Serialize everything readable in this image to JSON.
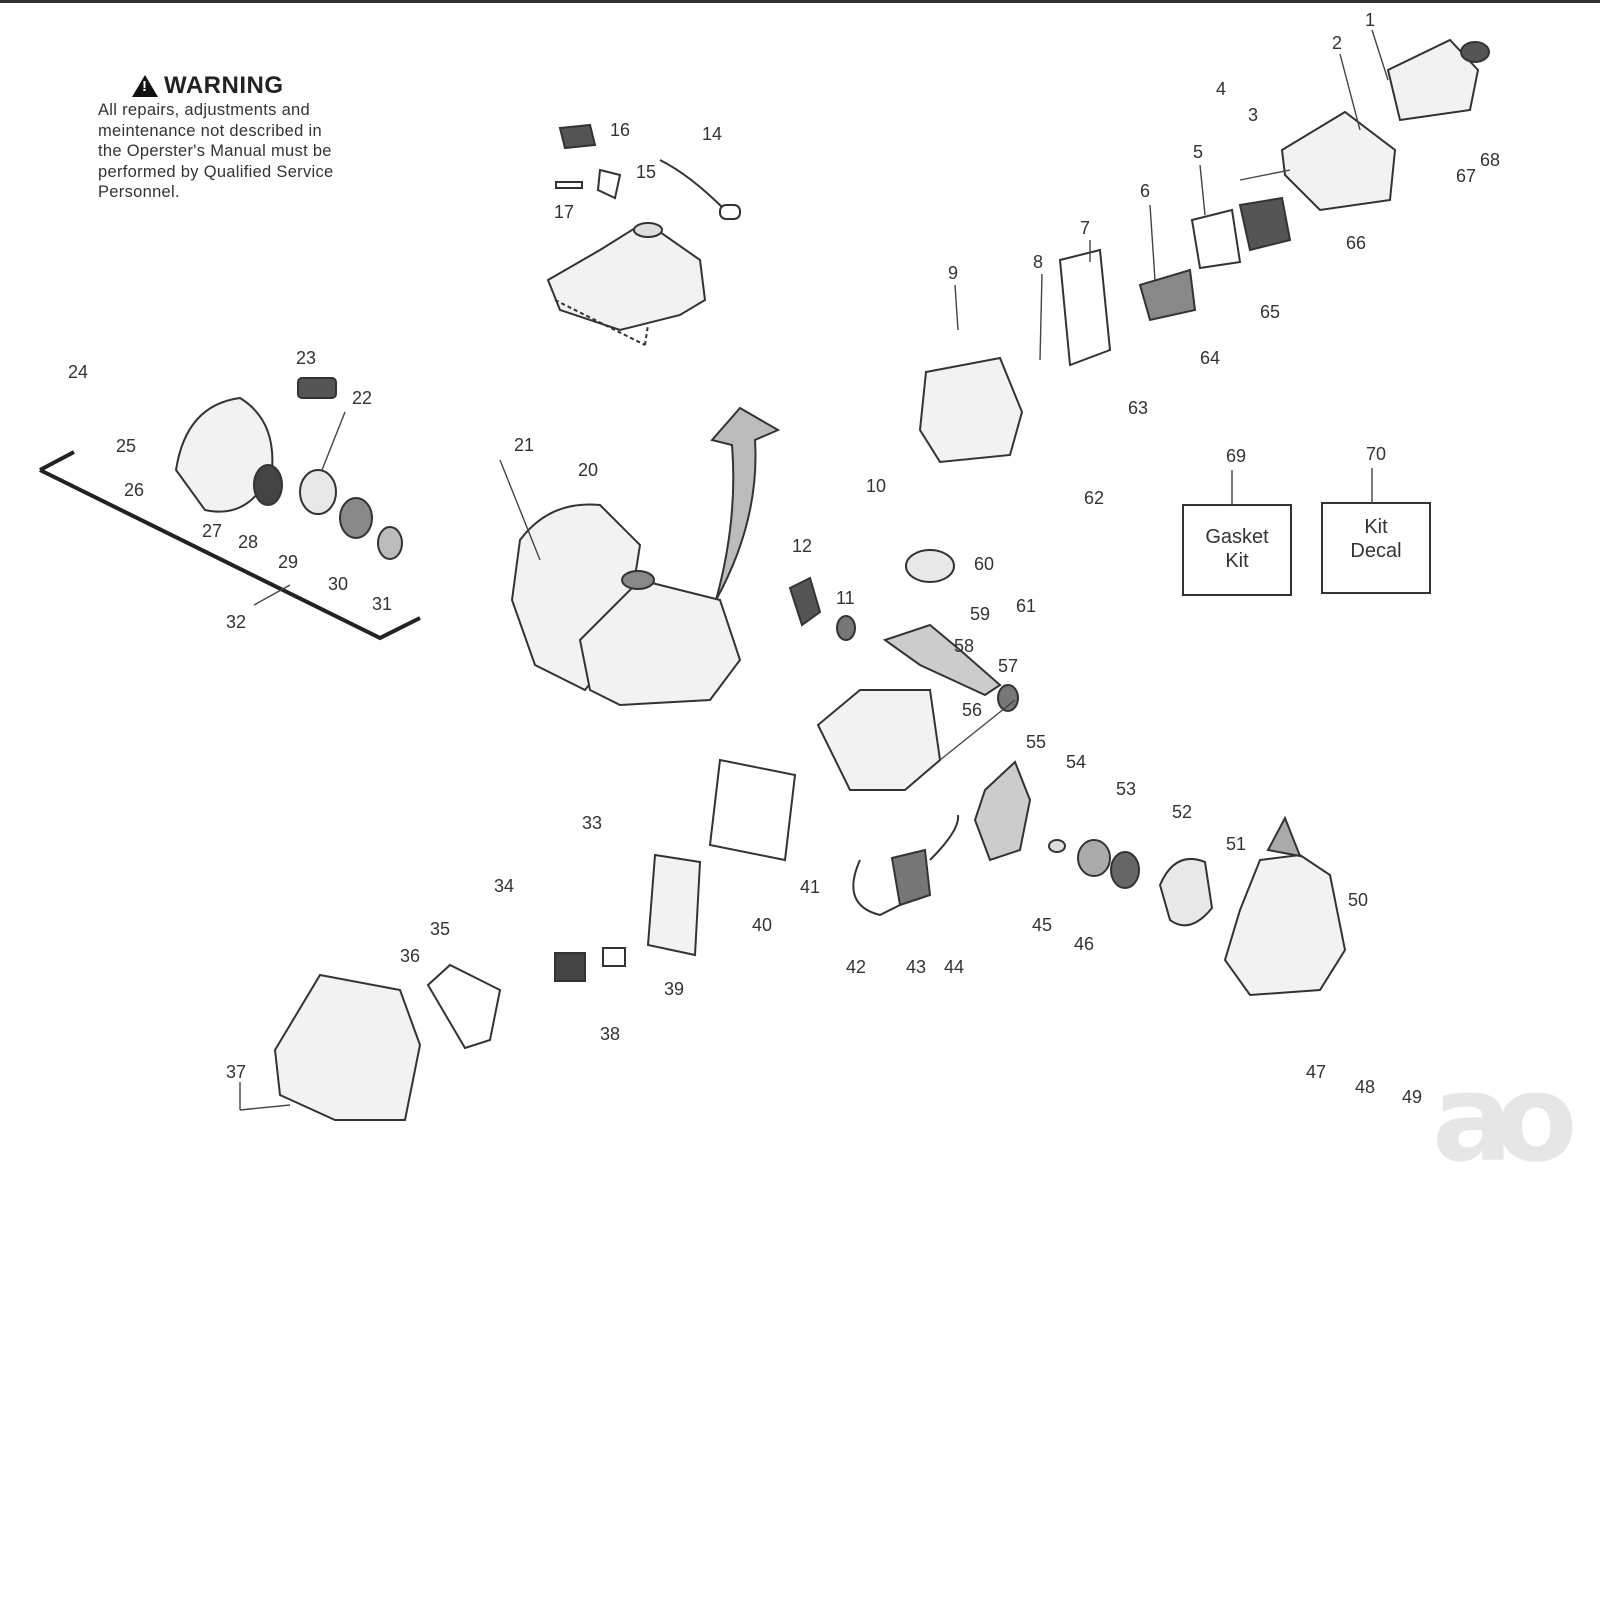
{
  "warning": {
    "title": "WARNING",
    "lines": [
      "All repairs, adjustments and",
      "meintenance not described in",
      "the Operster's Manual must be",
      "performed by Qualified Service",
      "Personnel."
    ]
  },
  "callouts": [
    "1",
    "2",
    "3",
    "4",
    "5",
    "6",
    "7",
    "8",
    "9",
    "10",
    "11",
    "12",
    "14",
    "15",
    "16",
    "17",
    "20",
    "21",
    "22",
    "23",
    "24",
    "25",
    "26",
    "27",
    "28",
    "29",
    "30",
    "31",
    "32",
    "33",
    "34",
    "35",
    "36",
    "37",
    "38",
    "39",
    "40",
    "41",
    "42",
    "43",
    "44",
    "45",
    "46",
    "47",
    "48",
    "49",
    "50",
    "51",
    "52",
    "53",
    "54",
    "55",
    "56",
    "57",
    "58",
    "59",
    "60",
    "61",
    "62",
    "63",
    "64",
    "65",
    "66",
    "67",
    "68",
    "69",
    "70"
  ],
  "kits": [
    {
      "number": "69",
      "label_line1": "Gasket",
      "label_line2": "Kit"
    },
    {
      "number": "70",
      "label_line1": "Kit",
      "label_line2": "Decal"
    }
  ],
  "watermark": "ao",
  "icons": [
    "warning-triangle-icon",
    "arrow-icon"
  ]
}
